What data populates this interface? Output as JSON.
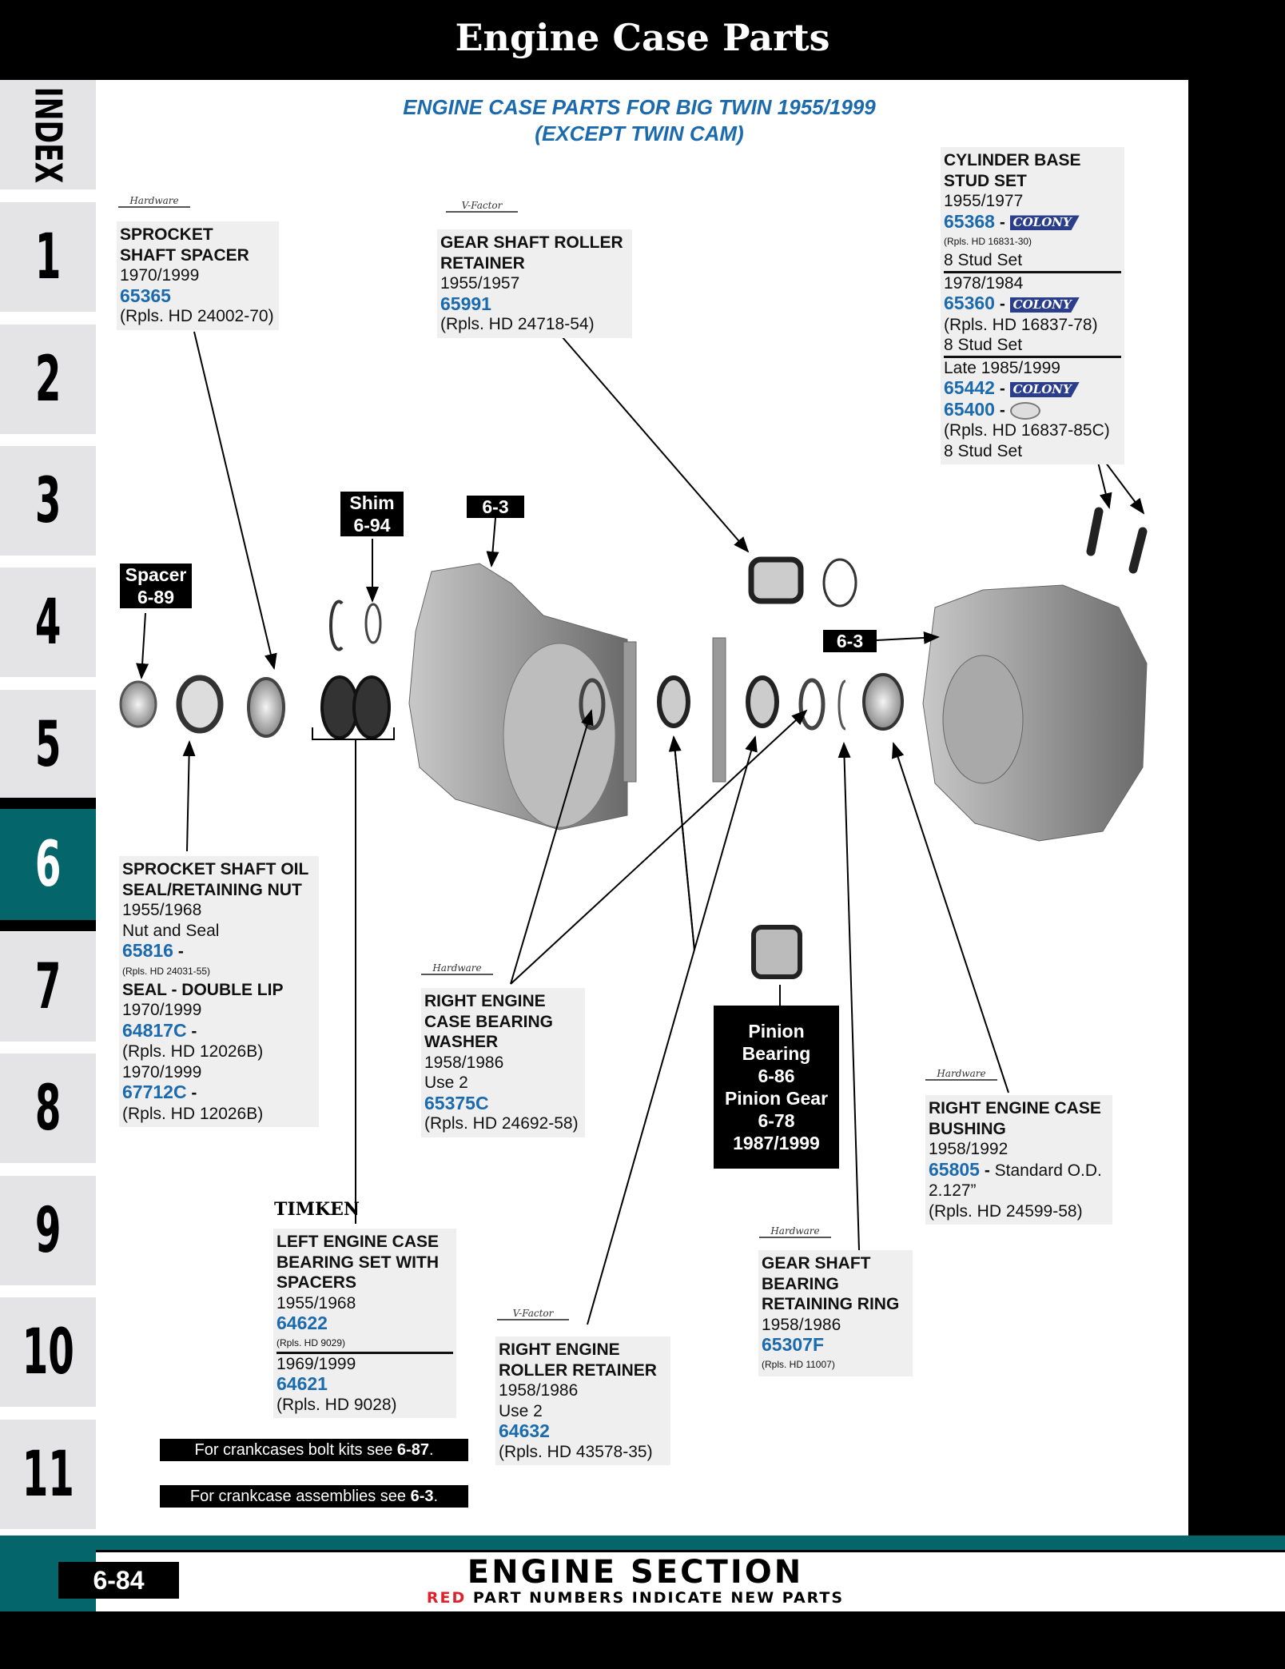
{
  "header": {
    "title": "Engine Case Parts"
  },
  "subtitle": {
    "line1": "ENGINE CASE PARTS FOR BIG TWIN 1955/1999",
    "line2": "(EXCEPT TWIN CAM)"
  },
  "tabs": [
    {
      "label": "INDEX"
    },
    {
      "label": "1"
    },
    {
      "label": "2"
    },
    {
      "label": "3"
    },
    {
      "label": "4"
    },
    {
      "label": "5"
    },
    {
      "label": "6",
      "active": true
    },
    {
      "label": "7"
    },
    {
      "label": "8"
    },
    {
      "label": "9"
    },
    {
      "label": "10"
    },
    {
      "label": "11"
    }
  ],
  "brands": {
    "colony": "COLONY",
    "hardware": "Hardware",
    "vfactor": "V-Factor",
    "timken": "TIMKEN"
  },
  "colors": {
    "part_number": "#1a6aad",
    "tab_active": "#04666a",
    "new_parts_red": "#e0202a"
  },
  "callouts": {
    "sprocket_spacer": {
      "title1": "SPROCKET",
      "title2": "SHAFT SPACER",
      "years": "1970/1999",
      "pn": "65365",
      "rpls": "(Rpls. HD 24002-70)"
    },
    "gear_roller": {
      "title1": "GEAR SHAFT ROLLER",
      "title2": "RETAINER",
      "years": "1955/1957",
      "pn": "65991",
      "rpls": "(Rpls. HD 24718-54)"
    },
    "cyl_base": {
      "title1": "CYLINDER BASE",
      "title2": "STUD SET",
      "y1": "1955/1977",
      "pn1": "65368",
      "r1": "(Rpls. HD 16831-30)",
      "n1": "8 Stud Set",
      "y2": "1978/1984",
      "pn2": "65360",
      "r2": "(Rpls. HD 16837-78)",
      "n2": "8 Stud Set",
      "y3": "Late 1985/1999",
      "pn3": "65442",
      "pn4": "65400",
      "r3": "(Rpls. HD 16837-85C)",
      "n3": "8 Stud Set"
    },
    "sprocket_seal": {
      "title1": "SPROCKET SHAFT OIL",
      "title2": "SEAL/RETAINING NUT",
      "y1": "1955/1968",
      "d1": "Nut and Seal",
      "pn1": "65816",
      "r1": "(Rpls. HD 24031-55)",
      "title3": "SEAL - DOUBLE LIP",
      "y2": "1970/1999",
      "pn2": "64817C",
      "r2": "(Rpls. HD 12026B)",
      "y3": "1970/1999",
      "pn3": "67712C",
      "r3": "(Rpls. HD 12026B)"
    },
    "washer": {
      "title1": "RIGHT ENGINE",
      "title2": "CASE BEARING",
      "title3": "WASHER",
      "years": "1958/1986",
      "use": "Use 2",
      "pn": "65375C",
      "rpls": "(Rpls. HD 24692-58)"
    },
    "bushing": {
      "title1": "RIGHT ENGINE CASE",
      "title2": "BUSHING",
      "years": "1958/1992",
      "pn": "65805",
      "desc": "Standard O.D.",
      "desc2": "2.127”",
      "rpls": "(Rpls. HD 24599-58)"
    },
    "ret_ring": {
      "title1": "GEAR SHAFT",
      "title2": "BEARING",
      "title3": "RETAINING RING",
      "years": "1958/1986",
      "pn": "65307F",
      "rpls": "(Rpls. HD 11007)"
    },
    "roller_ret": {
      "title1": "RIGHT ENGINE",
      "title2": "ROLLER RETAINER",
      "years": "1958/1986",
      "use": "Use 2",
      "pn": "64632",
      "rpls": "(Rpls. HD 43578-35)"
    },
    "left_bearing": {
      "title1": "LEFT ENGINE CASE",
      "title2": "BEARING SET WITH",
      "title3": "SPACERS",
      "y1": "1955/1968",
      "pn1": "64622",
      "r1": "(Rpls. HD 9029)",
      "y2": "1969/1999",
      "pn2": "64621",
      "r2": "(Rpls. HD 9028)"
    }
  },
  "labels": {
    "spacer": {
      "l1": "Spacer",
      "l2": "6-89"
    },
    "shim": {
      "l1": "Shim",
      "l2": "6-94"
    },
    "ref_left": "6-3",
    "ref_right": "6-3",
    "pinion": [
      "Pinion",
      "Bearing",
      "6-86",
      "Pinion Gear",
      "6-78",
      "1987/1999"
    ]
  },
  "notes": [
    {
      "text": "For crankcases bolt kits see ",
      "ref": "6-87"
    },
    {
      "text": "For crankcase assemblies see ",
      "ref": "6-3"
    }
  ],
  "footer": {
    "page": "6-84",
    "section": "ENGINE SECTION",
    "legend_red": "RED",
    "legend_rest": " PART NUMBERS INDICATE NEW PARTS"
  }
}
